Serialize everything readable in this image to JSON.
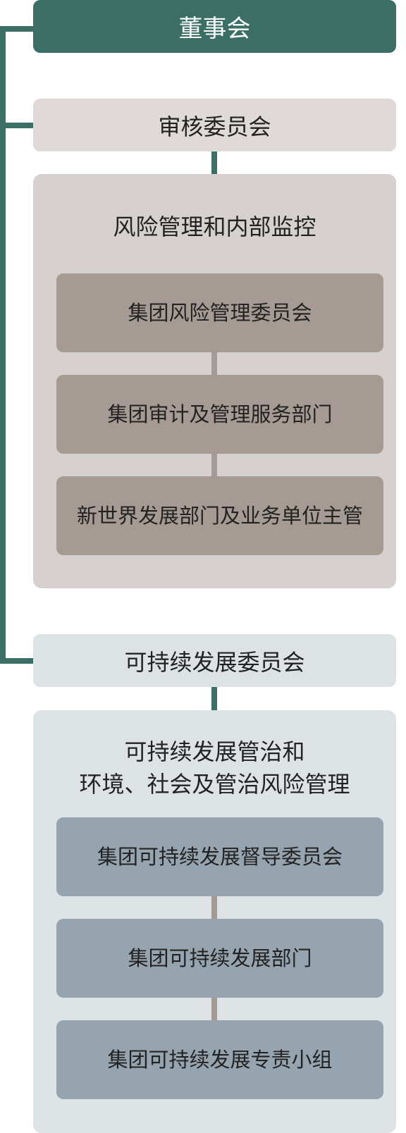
{
  "board": {
    "label": "董事会"
  },
  "audit": {
    "committee": "审核委员会",
    "panel_title": "风险管理和内部监控",
    "units": [
      "集团风险管理委员会",
      "集团审计及管理服务部门",
      "新世界发展部门及业务单位主管"
    ]
  },
  "sustainability": {
    "committee": "可持续发展委员会",
    "panel_title_line1": "可持续发展管治和",
    "panel_title_line2": "环境、社会及管治风险管理",
    "units": [
      "集团可持续发展督导委员会",
      "集团可持续发展部门",
      "集团可持续发展专责小组"
    ]
  },
  "colors": {
    "board_green": "#3b6f65",
    "audit_panel": "#d6d1ce",
    "audit_unit": "#a59b94",
    "sustainability_panel": "#dde2e4",
    "sustainability_unit": "#96a4b0"
  }
}
